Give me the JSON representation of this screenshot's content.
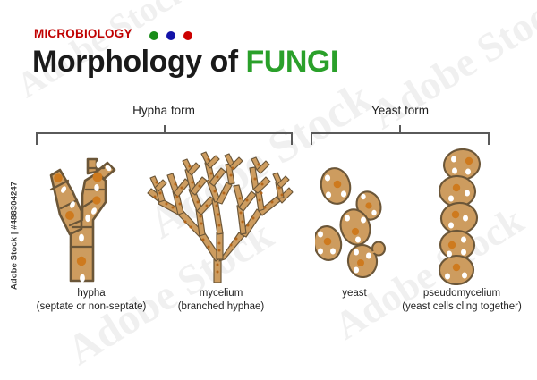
{
  "page": {
    "background": "#ffffff",
    "watermark_text": "Adobe Stock",
    "watermark_id": "Adobe Stock | #488304247"
  },
  "header": {
    "kicker": "MICROBIOLOGY",
    "kicker_color": "#C00000",
    "title_prefix": "Morphology of ",
    "title_accent": "FUNGI",
    "title_accent_color": "#2AA02A",
    "dots": [
      {
        "name": "green",
        "color": "#188C18"
      },
      {
        "name": "blue",
        "color": "#1313A8"
      },
      {
        "name": "red",
        "color": "#CC0000"
      }
    ]
  },
  "groups": [
    {
      "id": "hypha-form",
      "label": "Hypha form"
    },
    {
      "id": "yeast-form",
      "label": "Yeast form"
    }
  ],
  "figures": [
    {
      "id": "hypha",
      "caption_main": "hypha",
      "caption_sub": "(septate or non-septate)"
    },
    {
      "id": "mycelium",
      "caption_main": "mycelium",
      "caption_sub": "(branched hyphae)"
    },
    {
      "id": "yeast",
      "caption_main": "yeast",
      "caption_sub": ""
    },
    {
      "id": "pseudomycelium",
      "caption_main": "pseudomycelium",
      "caption_sub": "(yeast cells cling together)"
    }
  ],
  "palette": {
    "cell_fill": "#CD9C5F",
    "cell_stroke": "#6B5638",
    "nucleus": "#CE7A1E",
    "vacuole": "#FFFFFF",
    "bracket": "#5A5A5A",
    "text": "#1F1F1F"
  }
}
